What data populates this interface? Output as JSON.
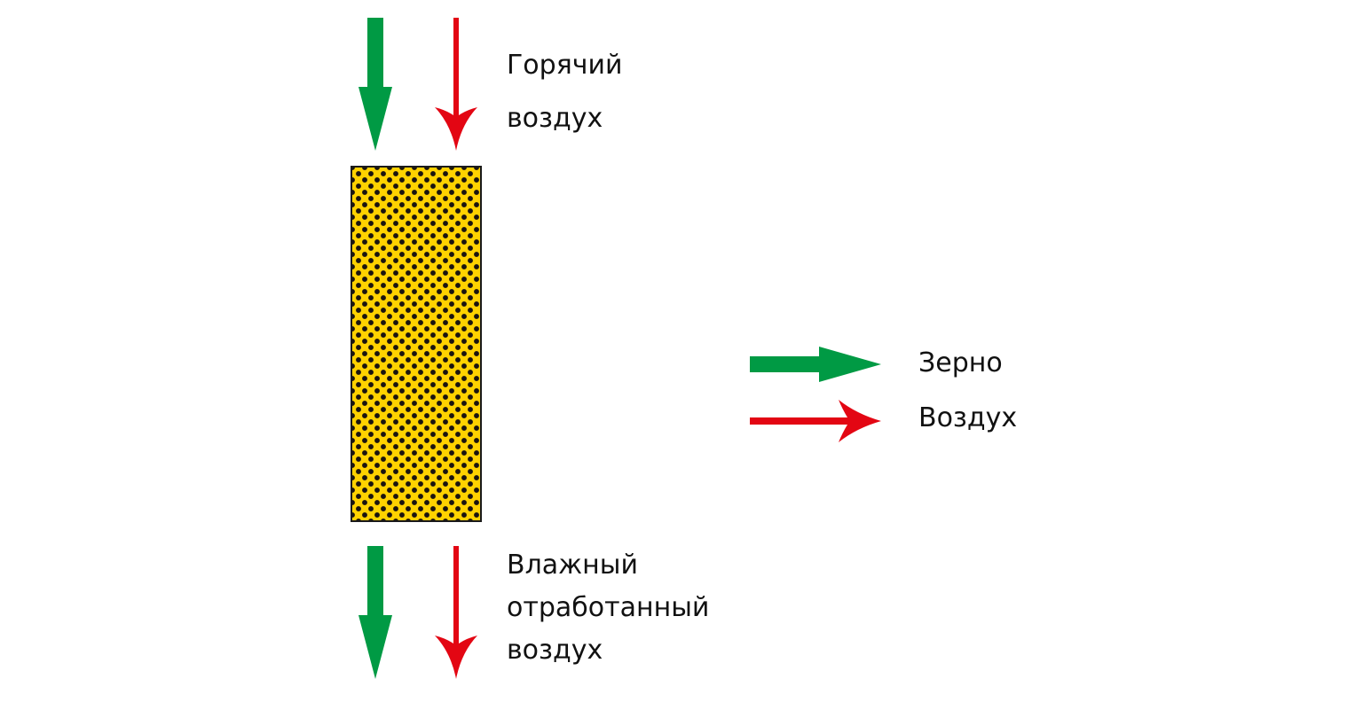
{
  "diagram": {
    "title": "",
    "top_label": {
      "lines": [
        "Горячий",
        "воздух"
      ]
    },
    "bottom_label": {
      "lines": [
        "Влажный",
        "отработанный",
        "воздух"
      ]
    },
    "column": {
      "fill": "#ffd200",
      "dot_color": "#1a1410",
      "border": "#1a1a1a"
    },
    "flows": {
      "grain_color": "#009a44",
      "air_color": "#e30613"
    },
    "legend": [
      {
        "label": "Зерно",
        "color": "#009a44",
        "icon": "grain-arrow-icon"
      },
      {
        "label": "Воздух",
        "color": "#e30613",
        "icon": "air-arrow-icon"
      }
    ]
  }
}
